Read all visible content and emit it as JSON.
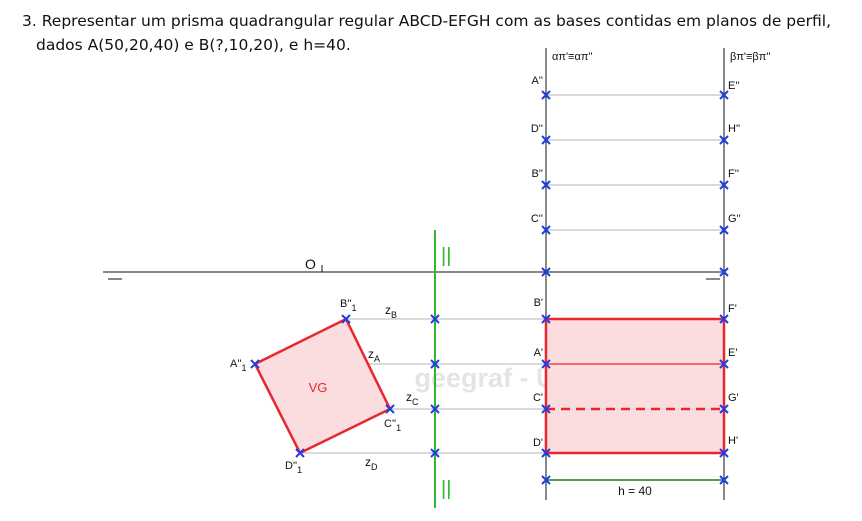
{
  "statement": {
    "line1": "3. Representar um prisma quadrangular regular ABCD-EFGH com as bases contidas em planos de perfil,",
    "line2": "dados A(50,20,40) e B(?,10,20), e h=40."
  },
  "planes": {
    "alpha_label": "απ'≡απ''",
    "beta_label": "βπ'≡βπ''"
  },
  "origin_label": "O",
  "parallel_mark": "||",
  "watermark": "geegraf - UFPR",
  "vertical_projections": {
    "left": [
      "A''",
      "D''",
      "B''",
      "C''"
    ],
    "right": [
      "E''",
      "H''",
      "F''",
      "G''"
    ]
  },
  "horizontal_projections": {
    "left": [
      "B'",
      "A'",
      "C'",
      "D'"
    ],
    "right": [
      "F'",
      "E'",
      "G'",
      "H'"
    ]
  },
  "true_view": {
    "label": "VG",
    "points": {
      "A": {
        "main": "A''",
        "sub": "1"
      },
      "B": {
        "main": "B''",
        "sub": "1"
      },
      "C": {
        "main": "C''",
        "sub": "1"
      },
      "D": {
        "main": "D''",
        "sub": "1"
      }
    }
  },
  "z_labels": {
    "B": {
      "main": "z",
      "sub": "B"
    },
    "A": {
      "main": "z",
      "sub": "A"
    },
    "C": {
      "main": "z",
      "sub": "C"
    },
    "D": {
      "main": "z",
      "sub": "D"
    }
  },
  "height_label": "h = 40",
  "colors": {
    "projection_line": "#b5b5b5",
    "axis": "#111111",
    "point_marker": "#1f3fe0",
    "solid": "#e8262b",
    "solid_fill": "#fbdde0",
    "fold_line": "#2eb82e",
    "height_dim": "#128212",
    "watermark": "#e4e4e4"
  }
}
